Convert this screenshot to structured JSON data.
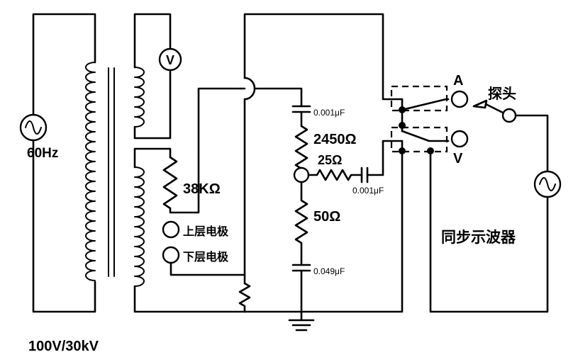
{
  "labels": {
    "source_freq": "60Hz",
    "transformer_rating": "100V/30kV",
    "resistor_38k": "38KΩ",
    "upper_electrode": "上层电极",
    "lower_electrode": "下层电极",
    "cap_top": "0.001μF",
    "resistor_2450": "2450Ω",
    "resistor_25": "25Ω",
    "cap_mid": "0.001μF",
    "resistor_50": "50Ω",
    "cap_bottom": "0.049μF",
    "terminal_a": "A",
    "terminal_v": "V",
    "probe": "探头",
    "oscilloscope": "同步示波器",
    "voltmeter": "V"
  }
}
